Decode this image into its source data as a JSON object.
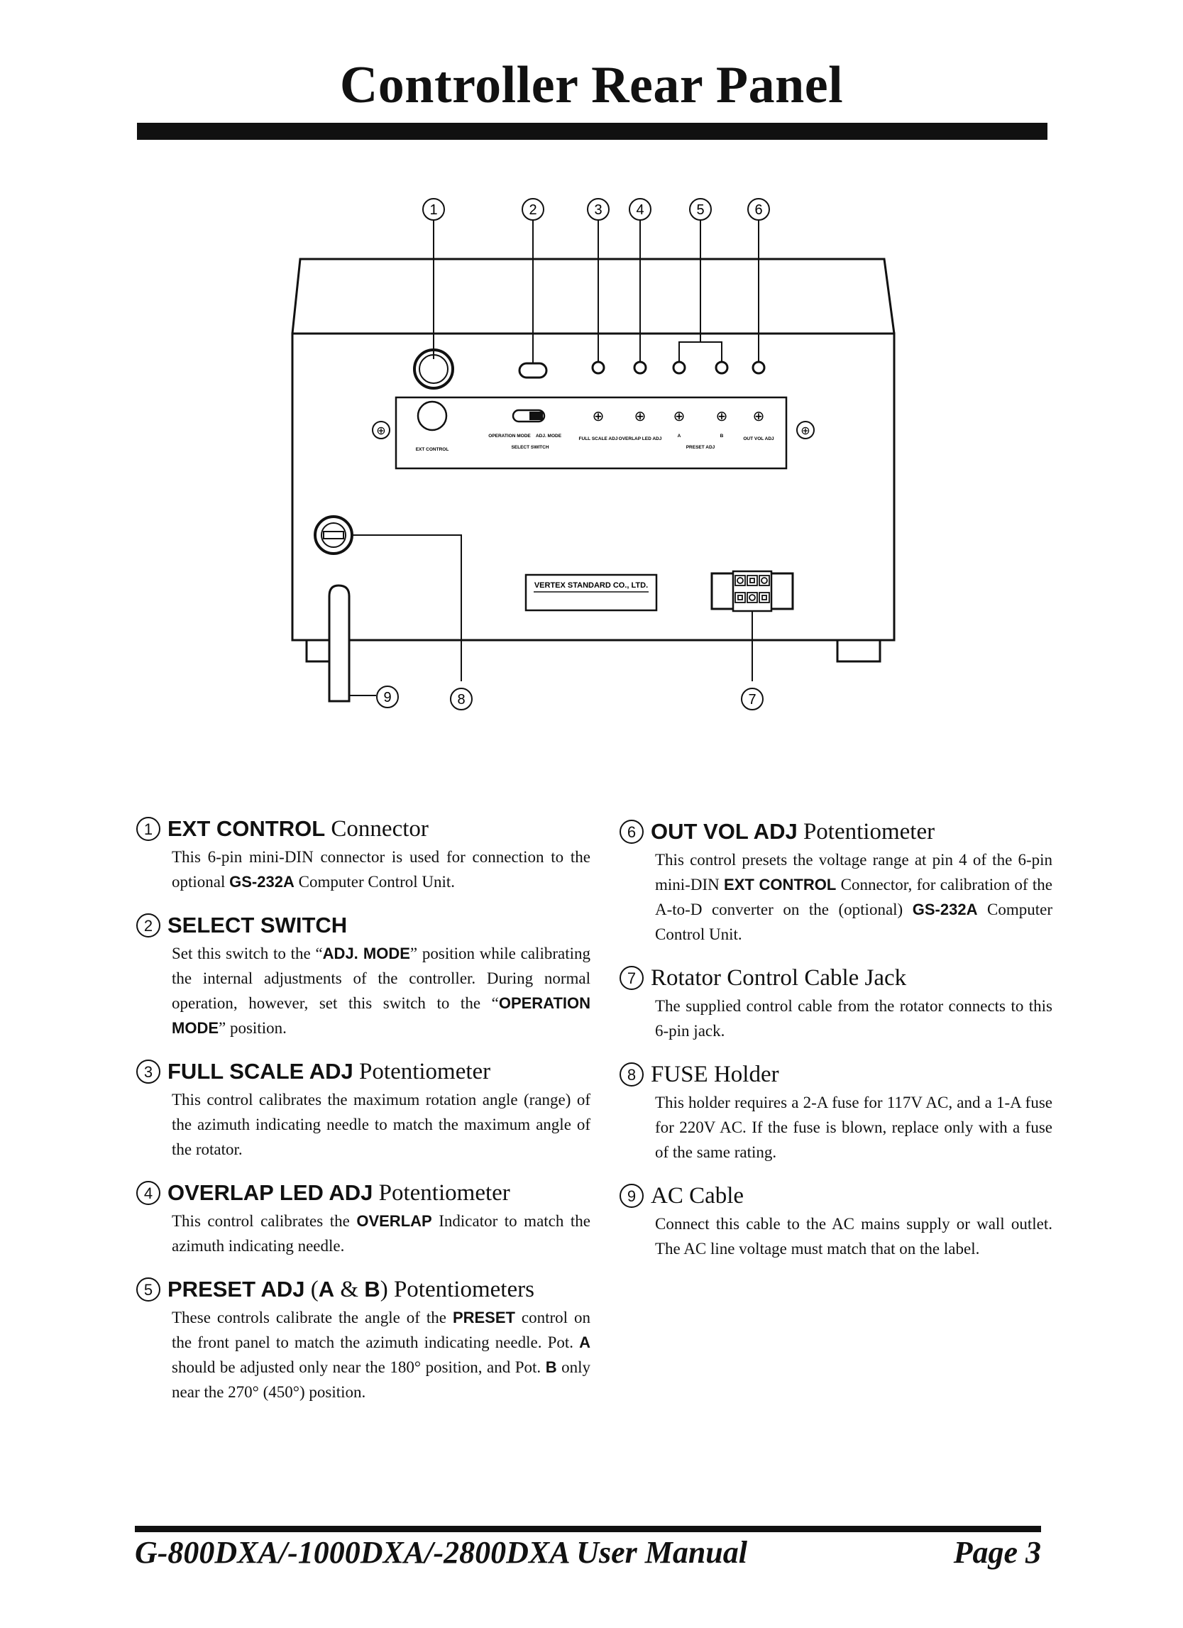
{
  "page": {
    "title": "Controller Rear Panel",
    "footer_title": "G-800DXA/-1000DXA/-2800DXA User Manual",
    "footer_page": "Page 3"
  },
  "diagram": {
    "callouts": [
      "1",
      "2",
      "3",
      "4",
      "5",
      "6",
      "7",
      "8",
      "9"
    ],
    "panel_labels": {
      "ext_control": "EXT CONTROL",
      "operation_mode": "OPERATION MODE",
      "adj_mode": "ADJ. MODE",
      "select_switch": "SELECT SWITCH",
      "full_scale_adj": "FULL SCALE ADJ",
      "overlap_led_adj": "OVERLAP LED ADJ",
      "a": "A",
      "b": "B",
      "preset_adj": "PRESET ADJ",
      "out_vol_adj": "OUT VOL ADJ"
    },
    "nameplate": "VERTEX STANDARD CO., LTD."
  },
  "items": [
    {
      "num": "1",
      "head_bold": "EXT CONTROL",
      "head_rest": " Connector",
      "body": [
        {
          "t": "This 6-pin mini-DIN connector is used for connection to the optional "
        },
        {
          "b": "GS-232A"
        },
        {
          "t": " Computer Control Unit."
        }
      ]
    },
    {
      "num": "2",
      "head_bold": "SELECT SWITCH",
      "head_rest": "",
      "body": [
        {
          "t": "Set this switch to the “"
        },
        {
          "b": "ADJ. MODE"
        },
        {
          "t": "” position while calibrating the internal adjustments of the controller. During normal operation, however, set this switch to the “"
        },
        {
          "b": "OPERATION MODE"
        },
        {
          "t": "” position."
        }
      ]
    },
    {
      "num": "3",
      "head_bold": "FULL SCALE ADJ",
      "head_rest": " Potentiometer",
      "body": [
        {
          "t": "This control calibrates the maximum rotation angle (range) of the azimuth indicating needle to match the maximum angle of the rotator."
        }
      ]
    },
    {
      "num": "4",
      "head_bold": "OVERLAP LED ADJ",
      "head_rest": " Potentiometer",
      "body": [
        {
          "t": "This control calibrates the "
        },
        {
          "b": "OVERLAP"
        },
        {
          "t": " Indicator to match the azimuth indicating needle."
        }
      ]
    },
    {
      "num": "5",
      "head_bold": "PRESET ADJ",
      "head_mid": " (",
      "head_bold2": "A",
      "head_mid2": " & ",
      "head_bold3": "B",
      "head_rest": ") Potentiometers",
      "body": [
        {
          "t": "These controls calibrate the angle of the "
        },
        {
          "b": "PRESET"
        },
        {
          "t": " control on the front panel to match the azimuth indicating needle. Pot. "
        },
        {
          "b": "A"
        },
        {
          "t": " should be adjusted only near the 180° position, and Pot. "
        },
        {
          "b": "B"
        },
        {
          "t": " only near the 270° (450°) position."
        }
      ]
    },
    {
      "num": "6",
      "head_bold": "OUT VOL ADJ",
      "head_rest": " Potentiometer",
      "body": [
        {
          "t": "This control presets the voltage range at pin 4 of the 6-pin mini-DIN "
        },
        {
          "b": "EXT CONTROL"
        },
        {
          "t": " Connector, for calibration of the A-to-D converter on the (optional) "
        },
        {
          "b": "GS-232A"
        },
        {
          "t": " Computer Control Unit."
        }
      ]
    },
    {
      "num": "7",
      "head_bold": "",
      "head_rest": "Rotator Control Cable Jack",
      "body": [
        {
          "t": "The supplied control cable from the rotator connects to this 6-pin jack."
        }
      ]
    },
    {
      "num": "8",
      "head_bold": "",
      "head_rest": "FUSE Holder",
      "body": [
        {
          "t": "This holder requires a 2-A fuse for 117V AC, and a 1-A fuse for 220V AC. If the fuse is blown, replace only with a fuse of the same rating."
        }
      ]
    },
    {
      "num": "9",
      "head_bold": "",
      "head_rest": "AC Cable",
      "body": [
        {
          "t": "Connect this cable to the AC mains supply or wall outlet. The AC line voltage must match that on the label."
        }
      ]
    }
  ]
}
